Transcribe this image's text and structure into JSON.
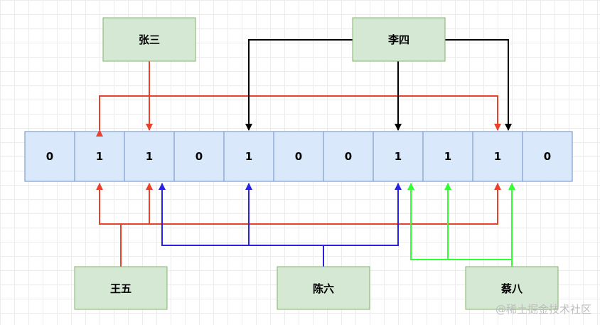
{
  "bits": [
    "0",
    "1",
    "1",
    "0",
    "1",
    "0",
    "0",
    "1",
    "1",
    "1",
    "0"
  ],
  "names": {
    "zhangsan": "张三",
    "lisi": "李四",
    "wangwu": "王五",
    "chenliu": "陈六",
    "caiba": "蔡八"
  },
  "colors": {
    "cell_fill": "#dae8fc",
    "cell_stroke": "#6c8ebf",
    "name_fill": "#d5e8d4",
    "name_stroke": "#82b366",
    "red": "#e8412c",
    "black": "#000000",
    "blue": "#2a22e0",
    "green": "#33ff33"
  },
  "watermark": "@稀土掘金技术社区"
}
